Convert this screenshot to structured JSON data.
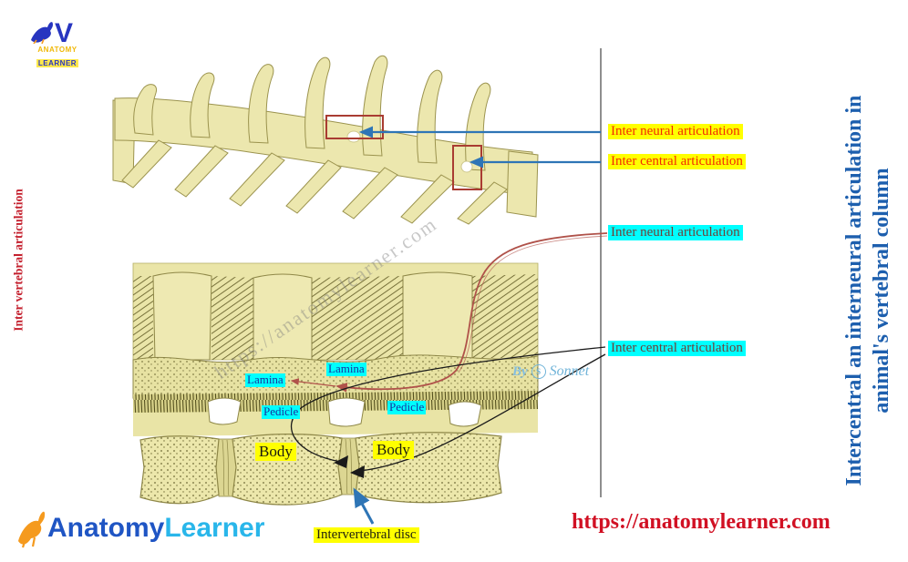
{
  "branding": {
    "logo_top": {
      "letter": "V",
      "word1": "ANATOMY",
      "word2": "LEARNER"
    },
    "logo_bottom": {
      "word1": "Anatomy",
      "word2": "Learner"
    },
    "site_url": "https://anatomylearner.com",
    "watermark": "https://anatomylearner.com",
    "signature": {
      "by": "By",
      "badge_letter": "S",
      "name": "Sonnet"
    }
  },
  "titles": {
    "left_vertical": "Inter vertebral articulation",
    "right_vertical_line1": "Intercentral an interneural articulation in",
    "right_vertical_line2": "animal's vertebral column"
  },
  "callouts": {
    "upper": [
      {
        "label": "Inter neural articulation"
      },
      {
        "label": "Inter central articulation"
      }
    ],
    "lower": [
      {
        "label": "Inter neural articulation"
      },
      {
        "label": "Inter central articulation"
      }
    ]
  },
  "anatomy_labels": {
    "lamina_left": "Lamina",
    "lamina_right": "Lamina",
    "pedicle_left": "Pedicle",
    "pedicle_right": "Pedicle",
    "body_left": "Body",
    "body_right": "Body",
    "disc": "Intervertebral disc"
  },
  "colors": {
    "bone": "#ece7ae",
    "bone_outline": "#8f8848",
    "highlight_yellow": "#ffff00",
    "highlight_cyan": "#00ffff",
    "arrow_blue": "#2e75b6",
    "box_red": "#a93c32",
    "url_red": "#d11023",
    "title_blue": "#1d5fae",
    "title_red": "#c4202e"
  }
}
